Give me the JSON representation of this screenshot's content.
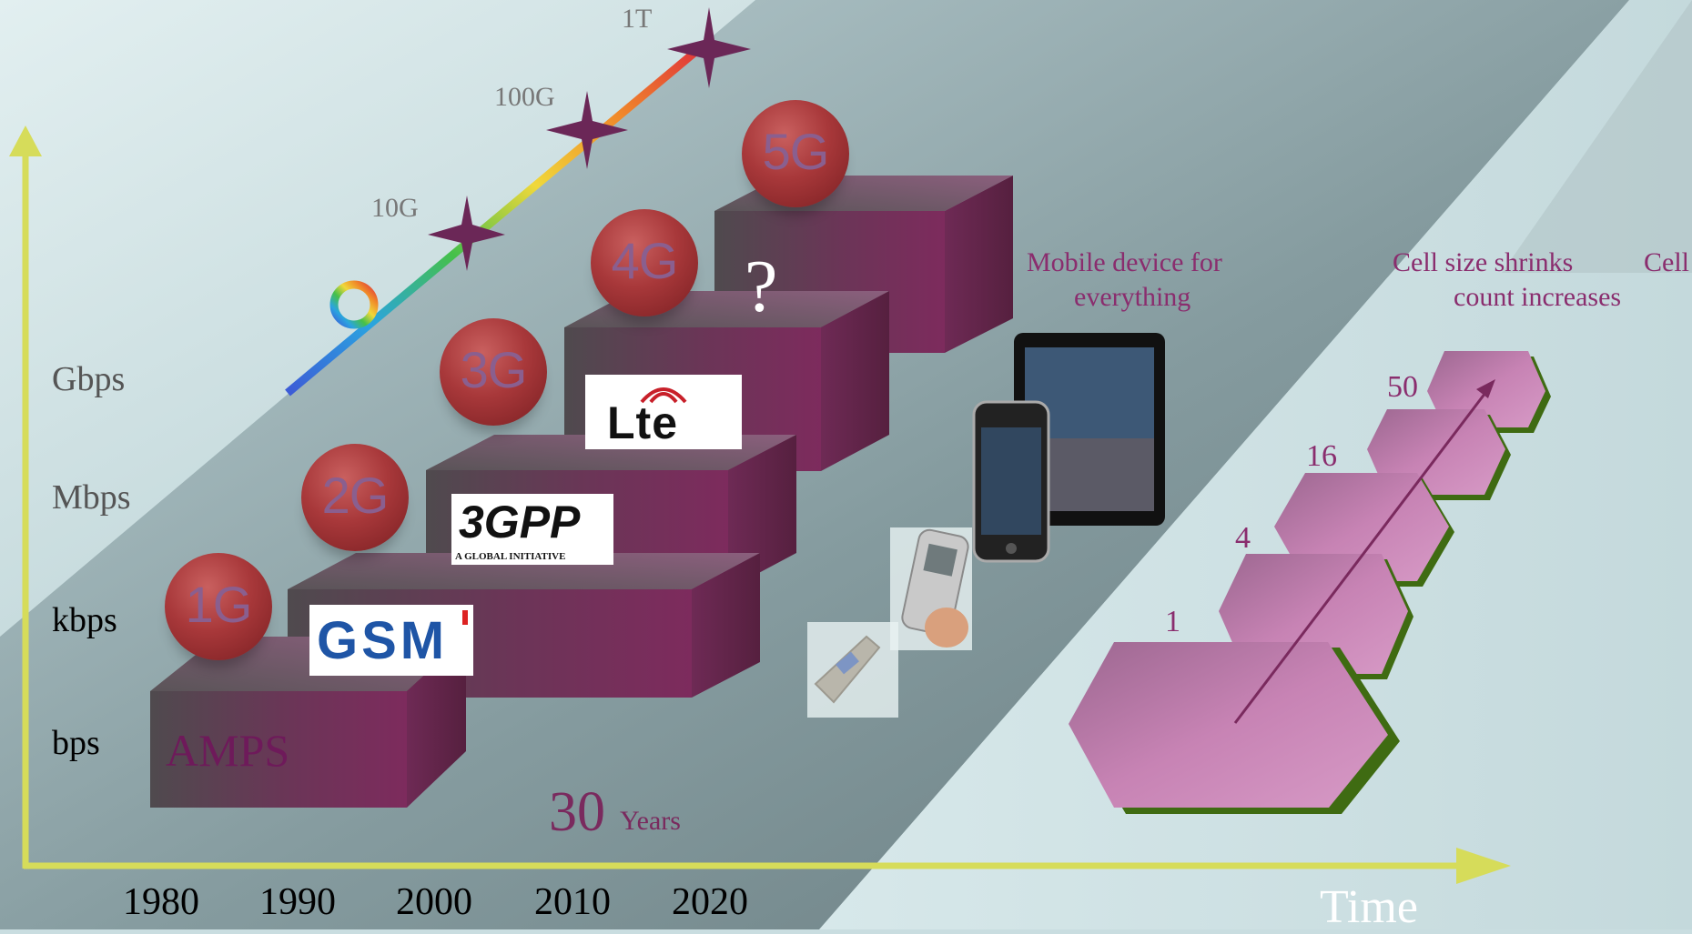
{
  "y_axis": {
    "labels": [
      "Gbps",
      "Mbps",
      "kbps",
      "bps"
    ]
  },
  "x_axis": {
    "labels": [
      "1980",
      "1990",
      "2000",
      "2010",
      "2020"
    ],
    "title": "Time"
  },
  "generations": [
    "1G",
    "2G",
    "3G",
    "4G",
    "5G"
  ],
  "standards": {
    "amps": "AMPS",
    "gsm": "GSM",
    "threegpp": "3GPP",
    "threegpp_tagline": "A GLOBAL INITIATIVE",
    "lte": "Lte",
    "unknown": "?"
  },
  "speed_markers": [
    "10G",
    "100G",
    "1T"
  ],
  "span": {
    "number": "30",
    "unit": "Years"
  },
  "devices": {
    "caption_line1": "Mobile device for",
    "caption_line2": "everything"
  },
  "cells": {
    "caption_line1": "Cell size shrinks",
    "caption_line1b": "Cell",
    "caption_line2": "count increases",
    "counts": [
      "1",
      "4",
      "16",
      "50"
    ]
  },
  "colors": {
    "step_face": "#4a4548",
    "step_front": "#7a2f5c",
    "sphere": "#a8383a",
    "axis": "#d6dc5a",
    "hex": "#c98ab8",
    "hex_shadow": "#3f6b12"
  }
}
